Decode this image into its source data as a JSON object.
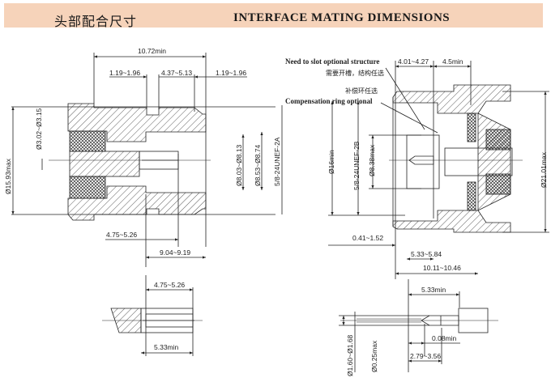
{
  "header": {
    "title_cn": "头部配合尺寸",
    "title_en": "INTERFACE MATING DIMENSIONS",
    "banner_color": "#f6d3ba"
  },
  "left_view": {
    "dims": {
      "overall_length": "10.72min",
      "groove_left": "1.19~1.96",
      "groove_mid": "4.37~5.13",
      "groove_right": "1.19~1.96",
      "outer_dia": "Ø15.93max",
      "pin_dia": "Ø3.02~Ø3.15",
      "inner_dia_a": "Ø8.03~Ø8.13",
      "inner_dia_b": "Ø8.53~Ø8.74",
      "thread": "5/8-24UNEF-2A",
      "contact_depth": "4.75~5.26",
      "body_depth": "9.04~9.19"
    }
  },
  "left_detail": {
    "dims": {
      "contact_depth": "4.75~5.26",
      "slot_length": "5.33min"
    }
  },
  "right_view": {
    "notes": {
      "slot_en": "Need to slot optional structure",
      "slot_cn": "需要开槽，结构任选",
      "ring_cn": "补偿环任选",
      "ring_en": "Compensation ring optional"
    },
    "dims": {
      "top_a": "4.01~4.27",
      "top_b": "4.5min",
      "bore_dia": "Ø16min",
      "thread": "5/8-24UNEF-2B",
      "inner_dia": "Ø8.38max",
      "outer_dia": "Ø21.01max",
      "offset": "0.41~1.52",
      "pin_depth": "5.33~5.84",
      "body_depth": "10.11~10.46"
    }
  },
  "right_detail": {
    "dims": {
      "pin_length": "5.33min",
      "pin_dia": "Ø1.60~Ø1.68",
      "tip_dia": "Ø0.25max",
      "tip_gap": "0.08min",
      "tip_length": "2.79~3.56"
    }
  }
}
